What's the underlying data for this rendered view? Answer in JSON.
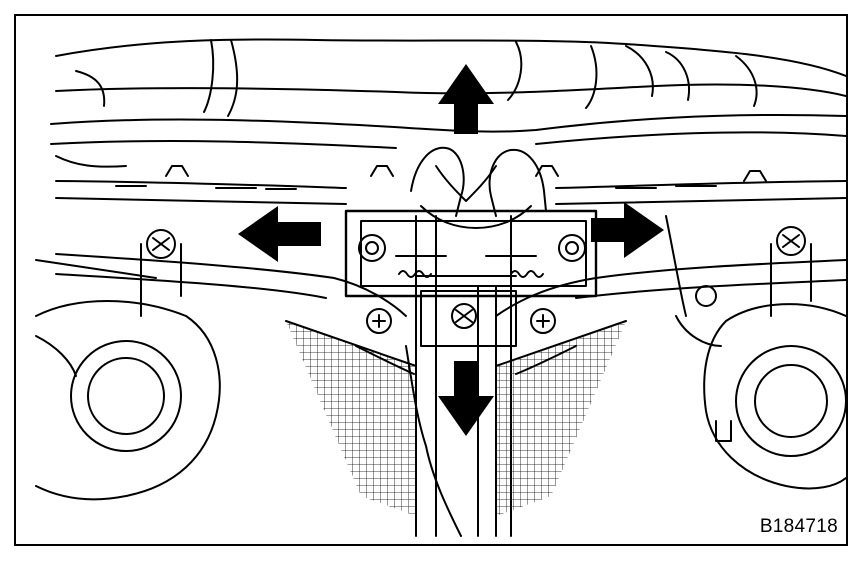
{
  "figure": {
    "reference_code": "B184718",
    "line_color": "#000000",
    "background_color": "#ffffff",
    "arrows": [
      {
        "direction": "up",
        "icon": "arrow-up-icon"
      },
      {
        "direction": "down",
        "icon": "arrow-down-icon"
      },
      {
        "direction": "left",
        "icon": "arrow-left-icon"
      },
      {
        "direction": "right",
        "icon": "arrow-right-icon"
      }
    ],
    "parts": [
      "hood-lock-assembly",
      "mounting-bolt",
      "radiator-support",
      "horn-left",
      "horn-right"
    ]
  }
}
